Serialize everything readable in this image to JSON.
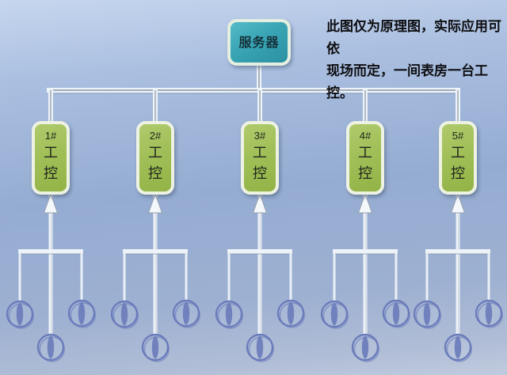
{
  "title": "server-to-industrial-pc-metering-topology",
  "note": {
    "line1": "此图仅为原理图，实际应用可依",
    "line2": "现场而定，一间表房一台工控。"
  },
  "server": {
    "label": "服务器"
  },
  "nodes": [
    {
      "num": "1#",
      "name": "工控"
    },
    {
      "num": "2#",
      "name": "工控"
    },
    {
      "num": "3#",
      "name": "工控"
    },
    {
      "num": "4#",
      "name": "工控"
    },
    {
      "num": "5#",
      "name": "工控"
    }
  ],
  "icons": {
    "meter": "water-meter-icon",
    "arrow": "up-arrow-icon"
  },
  "colors": {
    "background_top": "#c6d6ee",
    "background_mid": "#95acd2",
    "server_fill": "#39a5b4",
    "node_fill": "#a1bf58",
    "box_border": "#edf2e3",
    "connector": "#eef3f8",
    "connector_core": "#67768a",
    "meter_stroke": "#6b7cbb",
    "text": "#20261c"
  }
}
